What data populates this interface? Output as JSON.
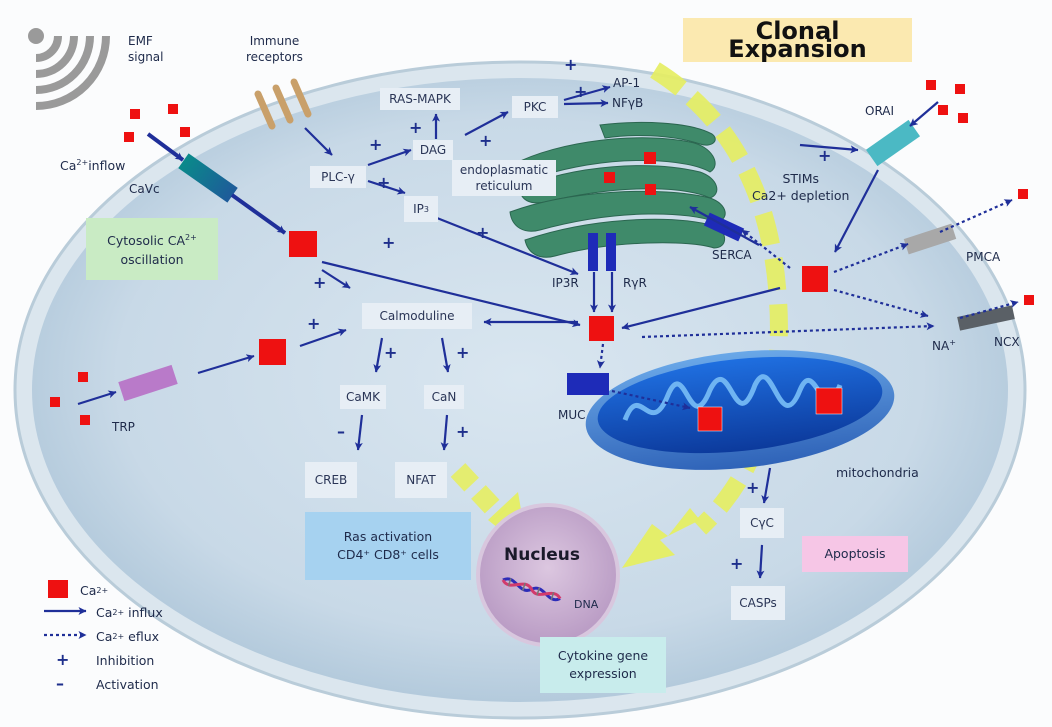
{
  "title": "Clonal Expansion",
  "inputs": {
    "emf": [
      "EMF",
      "signal"
    ],
    "immune": [
      "Immune",
      "receptors"
    ],
    "ca_inflow": {
      "base": "Ca",
      "sup": "2+",
      "rest": "inflow"
    },
    "cavc": "CaVc",
    "trp": "TRP",
    "orai": "ORAI",
    "pmca": "PMCA",
    "ncx": "NCX",
    "na": {
      "base": "NA",
      "sup": "+"
    }
  },
  "signaling": {
    "ras_mapk": "RAS-MAPK",
    "dag": "DAG",
    "pkc": "PKC",
    "ap1": "AP-1",
    "nfkb": "NFγB",
    "plc": "PLC-γ",
    "ip3": {
      "base": "IP",
      "sub": "3"
    },
    "er": [
      "endoplasmatic",
      "reticulum"
    ],
    "stims": [
      "STIMs",
      "Ca2+ depletion"
    ],
    "serca": "SERCA",
    "ip3r": "IP3R",
    "ryr": "RγR",
    "calmoduline": "Calmoduline",
    "camk": "CaMK",
    "can": "CaN",
    "creb": "CREB",
    "nfat": "NFAT",
    "muc": "MUC",
    "mito": "mitochondria",
    "cyc": "CγC",
    "casps": "CASPs",
    "nucleus": "Nucleus",
    "dna": "DNA"
  },
  "highlights": {
    "cytosolic": {
      "line1_base": "Cytosolic CA",
      "line1_sup": "2+",
      "line2": "oscillation"
    },
    "ras": {
      "line1": "Ras activation",
      "line2": "CD4⁺ CD8⁺ cells"
    },
    "apoptosis": "Apoptosis",
    "cytokine": [
      "Cytokine gene",
      "expression"
    ]
  },
  "legend": {
    "ca": {
      "base": "Ca",
      "sup": "2+"
    },
    "influx": {
      "base": "Ca",
      "sup": "2+",
      "rest": " influx"
    },
    "efflux": {
      "base": "Ca",
      "sup": "2+",
      "rest": " eflux"
    },
    "plus": "Inhibition",
    "minus": "Activation"
  },
  "signs": {
    "plus": "+",
    "minus": "–"
  },
  "colors": {
    "arrow": "#1f2f99",
    "calcium": "#ee1111",
    "cell": "#c8d8e6",
    "yellow": "#e5ee63",
    "cytosolic_box": "#c9ebc4",
    "ras_box": "#a6d2f0",
    "apoptosis_box": "#f6c6e6",
    "cytokine_box": "#c8ecec",
    "title_box": "#fbe9b0"
  }
}
